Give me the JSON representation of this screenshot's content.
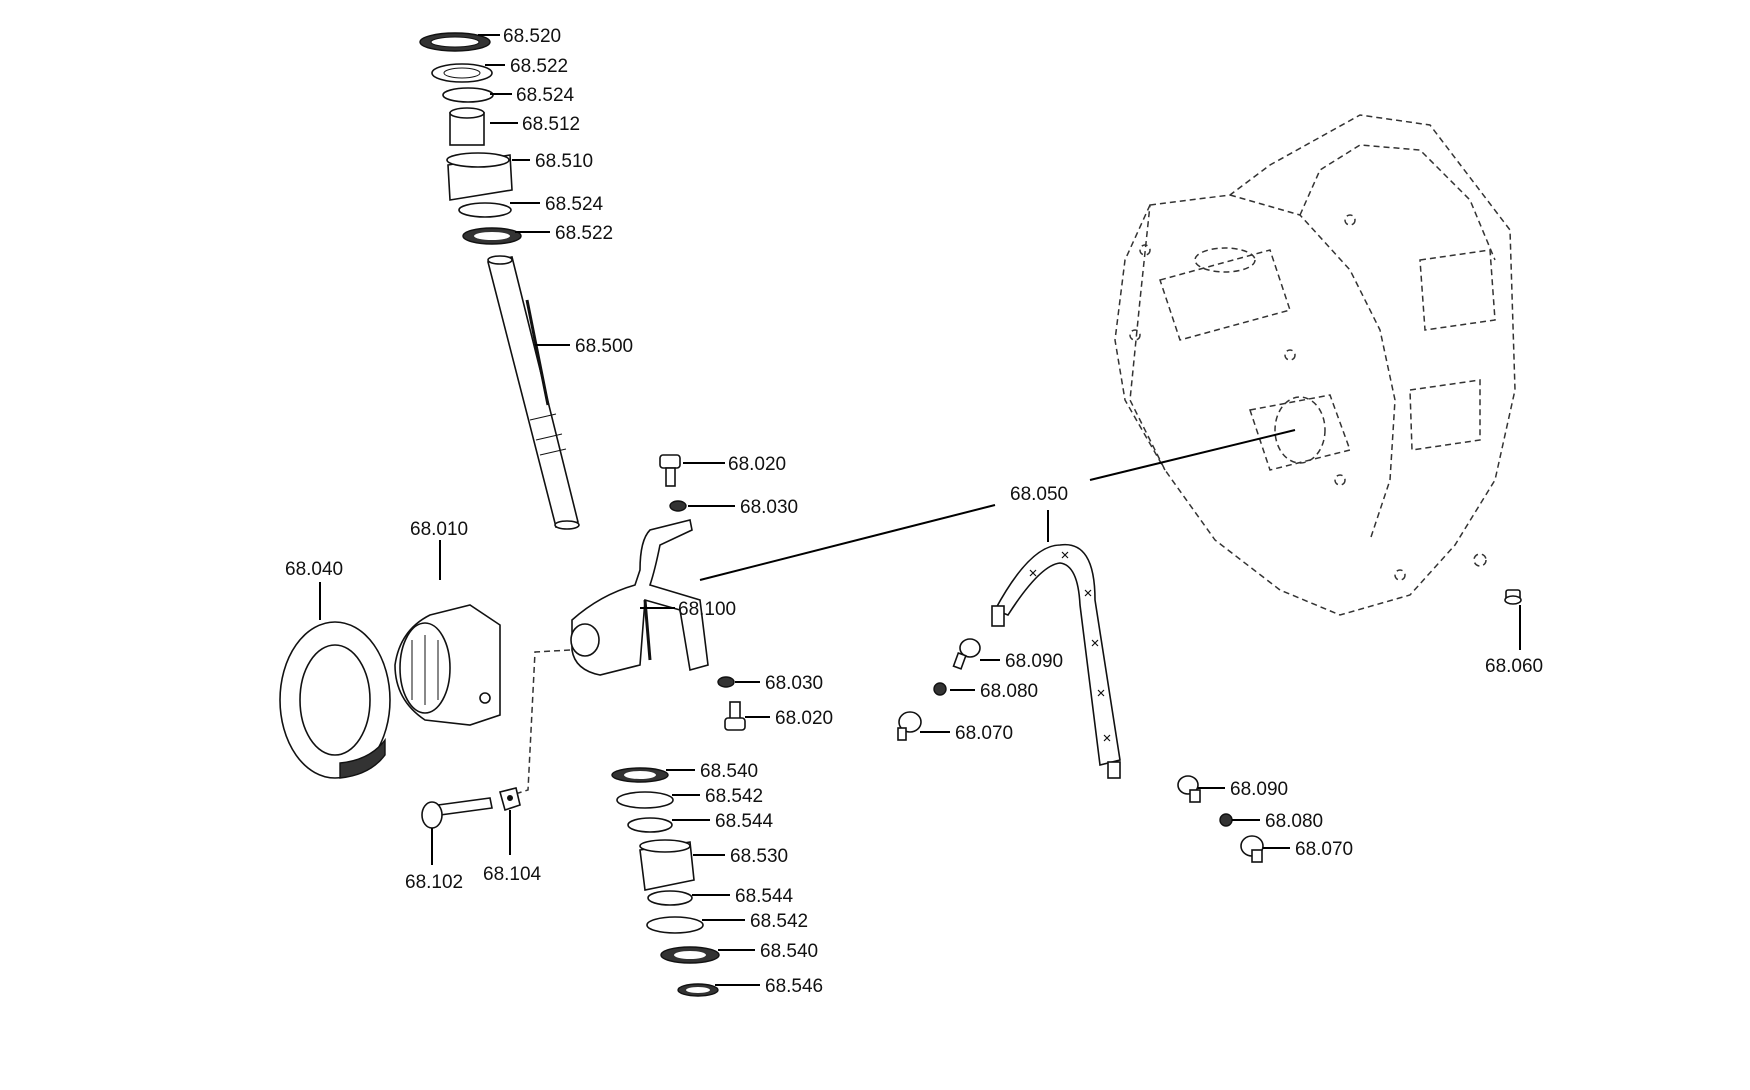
{
  "labels": {
    "p68_520": "68.520",
    "p68_522_a": "68.522",
    "p68_524_a": "68.524",
    "p68_512": "68.512",
    "p68_510": "68.510",
    "p68_524_b": "68.524",
    "p68_522_b": "68.522",
    "p68_500": "68.500",
    "p68_020_a": "68.020",
    "p68_030_a": "68.030",
    "p68_050": "68.050",
    "p68_010": "68.010",
    "p68_040": "68.040",
    "p68_100": "68.100",
    "p68_030_b": "68.030",
    "p68_020_b": "68.020",
    "p68_090_a": "68.090",
    "p68_080_a": "68.080",
    "p68_070_a": "68.070",
    "p68_060": "68.060",
    "p68_540_a": "68.540",
    "p68_542_a": "68.542",
    "p68_544_a": "68.544",
    "p68_530": "68.530",
    "p68_544_b": "68.544",
    "p68_542_b": "68.542",
    "p68_540_b": "68.540",
    "p68_546": "68.546",
    "p68_102": "68.102",
    "p68_104": "68.104",
    "p68_090_b": "68.090",
    "p68_080_b": "68.080",
    "p68_070_b": "68.070"
  }
}
